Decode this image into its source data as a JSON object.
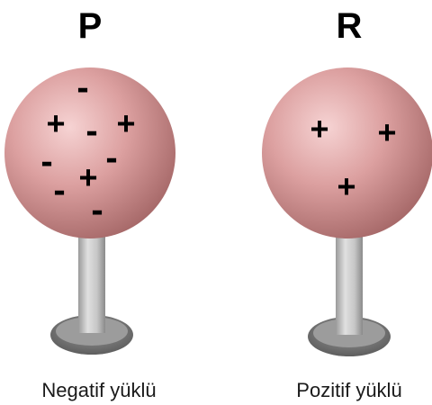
{
  "spheres": [
    {
      "id": "p",
      "title": "P",
      "caption": "Negatif yüklü",
      "charges": [
        {
          "sign": "-",
          "kind": "negative"
        },
        {
          "sign": "+",
          "kind": "positive"
        },
        {
          "sign": "-",
          "kind": "negative"
        },
        {
          "sign": "+",
          "kind": "positive"
        },
        {
          "sign": "-",
          "kind": "negative"
        },
        {
          "sign": "-",
          "kind": "negative"
        },
        {
          "sign": "+",
          "kind": "positive"
        },
        {
          "sign": "-",
          "kind": "negative"
        },
        {
          "sign": "-",
          "kind": "negative"
        }
      ]
    },
    {
      "id": "r",
      "title": "R",
      "caption": "Pozitif yüklü",
      "charges": [
        {
          "sign": "+",
          "kind": "positive"
        },
        {
          "sign": "+",
          "kind": "positive"
        },
        {
          "sign": "+",
          "kind": "positive"
        }
      ]
    }
  ],
  "colors": {
    "sphere": "#d79494",
    "sphere_highlight": "#f2c9c9",
    "sphere_shadow": "#9a5a5a",
    "stand": "#bdbdbd",
    "base": "#8c8c8c"
  }
}
